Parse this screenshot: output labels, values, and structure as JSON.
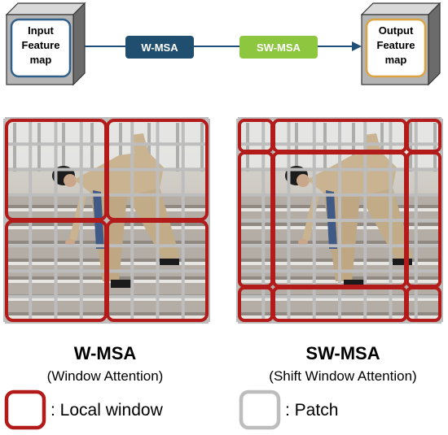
{
  "pipeline": {
    "input_label": [
      "Input",
      "Feature",
      "map"
    ],
    "output_label": [
      "Output",
      "Feature",
      "map"
    ],
    "wmsa_label": "W-MSA",
    "swmsa_label": "SW-MSA"
  },
  "panels": {
    "left_title": "W-MSA",
    "left_subtitle": "(Window Attention)",
    "right_title": "SW-MSA",
    "right_subtitle": "(Shift Window Attention)"
  },
  "legend": {
    "local_window": ": Local window",
    "patch": ": Patch"
  },
  "colors": {
    "window_red": "#b31b1b",
    "patch_gray": "#bdbdbd",
    "wmsa_fill": "#1f4e6e",
    "swmsa_fill": "#8dc63f",
    "arrow": "#1f4e79",
    "box_face": "#ffffff",
    "box_shade": "#6b6b6b",
    "input_border": "#2f5f8a",
    "output_border": "#d9a441"
  },
  "icons": [
    "photo-stairs-person"
  ]
}
